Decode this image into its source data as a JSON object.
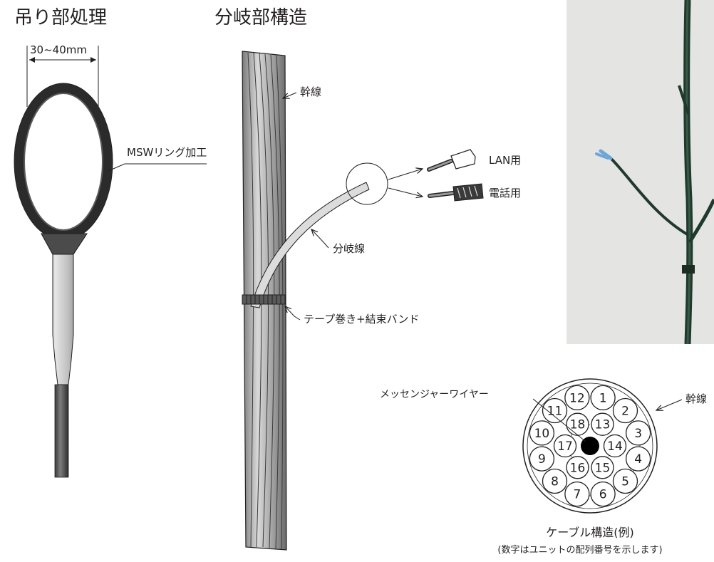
{
  "titles": {
    "hanging": "吊り部処理",
    "branch": "分岐部構造"
  },
  "hanging": {
    "dimension": "30~40mm",
    "ring_label": "MSWリング加工"
  },
  "branch": {
    "trunk_label": "幹線",
    "branch_label": "分岐線",
    "band_label": "テープ巻き+結束バンド",
    "lan_label": "LAN用",
    "phone_label": "電話用"
  },
  "cable": {
    "messenger_label": "メッセンジャーワイヤー",
    "trunk_label": "幹線",
    "caption": "ケーブル構造(例)",
    "subcaption": "(数字はユニットの配列番号を示します)",
    "units": [
      "1",
      "2",
      "3",
      "4",
      "5",
      "6",
      "7",
      "8",
      "9",
      "10",
      "11",
      "12",
      "13",
      "14",
      "15",
      "16",
      "17",
      "18"
    ]
  },
  "colors": {
    "ink": "#231f20",
    "photo_bg": "#e4e4e2",
    "cable_green": "#1f3a2c",
    "led_blue": "#6ea6d8"
  }
}
